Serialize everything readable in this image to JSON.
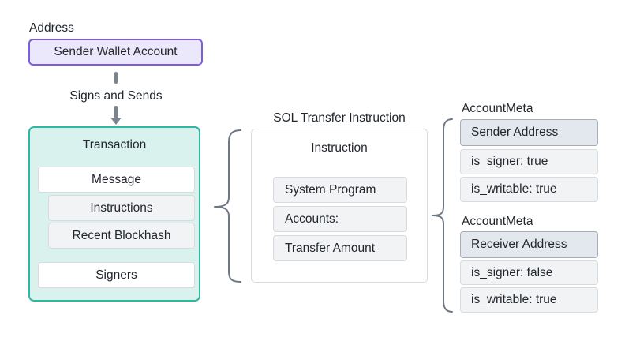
{
  "diagram": {
    "address_label": "Address",
    "sender_box_label": "Sender Wallet Account",
    "arrow_label": "Signs and Sends",
    "transaction": {
      "title": "Transaction",
      "items": [
        {
          "label": "Message"
        },
        {
          "label": "Instructions"
        },
        {
          "label": "Recent Blockhash"
        },
        {
          "label": "Signers"
        }
      ]
    },
    "instruction": {
      "caption": "SOL Transfer Instruction",
      "title": "Instruction",
      "items": [
        {
          "label": "System Program"
        },
        {
          "label": "Accounts:"
        },
        {
          "label": "Transfer Amount"
        }
      ]
    },
    "account_metas": [
      {
        "caption": "AccountMeta",
        "address": "Sender Address",
        "fields": [
          {
            "label": "is_signer: true"
          },
          {
            "label": "is_writable: true"
          }
        ]
      },
      {
        "caption": "AccountMeta",
        "address": "Receiver Address",
        "fields": [
          {
            "label": "is_signer: false"
          },
          {
            "label": "is_writable: true"
          }
        ]
      }
    ]
  },
  "colors": {
    "purple_border": "#7e5ce0",
    "purple_fill": "#ebe8fb",
    "teal_border": "#2db7a5",
    "teal_fill": "#d9f2ee",
    "light_box_border": "#d7dbe0",
    "gray_box_fill": "#f1f3f4",
    "white_box_fill": "#ffffff",
    "meta_address_fill": "#e3e7ee",
    "meta_address_border": "#a6aebc",
    "connector_gray": "#6e7785",
    "text": "#23272d"
  }
}
